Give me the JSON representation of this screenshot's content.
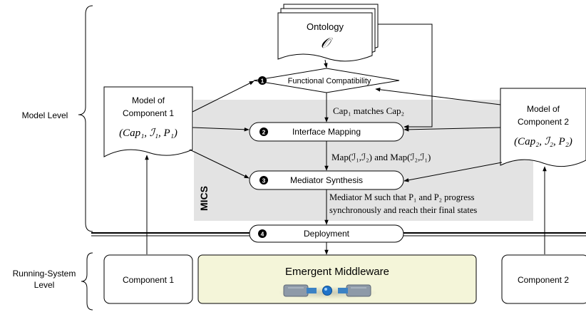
{
  "levels": {
    "model": "Model Level",
    "running_line1": "Running-System",
    "running_line2": "Level"
  },
  "ontology": {
    "title": "Ontology",
    "symbol": "𝒪"
  },
  "steps": {
    "s1": {
      "number": "1",
      "label": "Functional Compatibility"
    },
    "s2": {
      "number": "2",
      "label": "Interface Mapping"
    },
    "s3": {
      "number": "3",
      "label": "Mediator Synthesis"
    },
    "s4": {
      "number": "4",
      "label": "Deployment"
    }
  },
  "model1": {
    "line1": "Model of",
    "line2": "Component 1",
    "formula": "(Cap₁, ℐ₁, P₁)"
  },
  "model2": {
    "line1": "Model of",
    "line2": "Component 2",
    "formula": "(Cap₂, ℐ₂, P₂)"
  },
  "annotations": {
    "cap_match": "Cap₁ matches Cap₂",
    "map": "Map(ℐ₁,ℐ₂) and Map(ℐ₂,ℐ₁)",
    "mediator_line1": "Mediator M such that P₁ and P₂ progress",
    "mediator_line2": "synchronously and reach their final states"
  },
  "mics_label": "MICS",
  "components": {
    "c1": "Component 1",
    "c2": "Component 2",
    "middleware": "Emergent Middleware"
  },
  "colors": {
    "mics_panel": "#e3e3e3",
    "middleware_fill": "#f4f5d9",
    "stroke": "#000000"
  }
}
